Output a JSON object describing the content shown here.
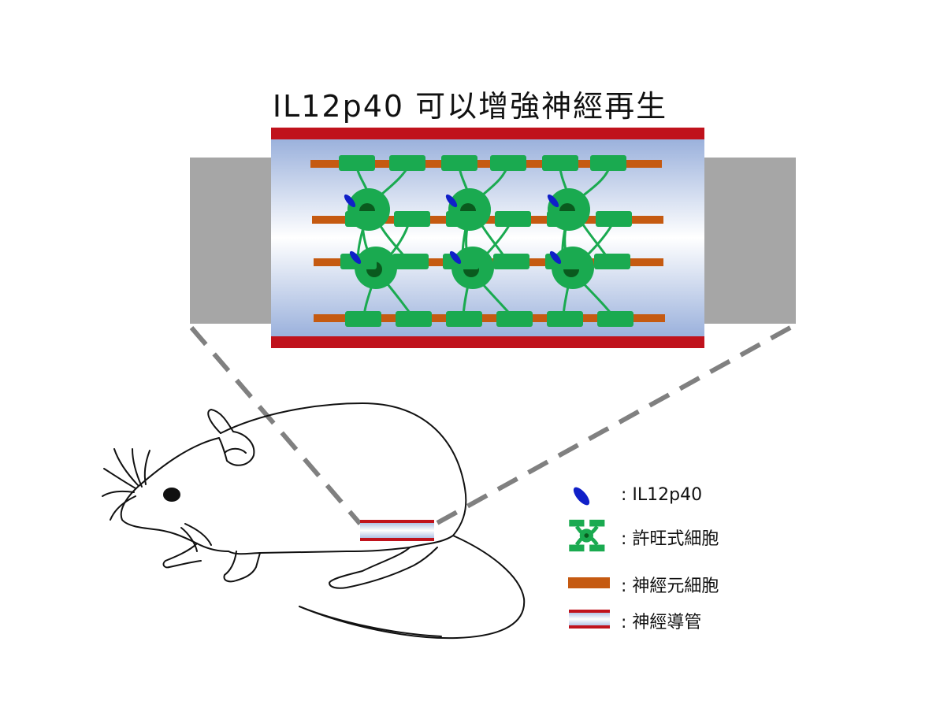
{
  "title": "IL12p40 可以增強神經再生",
  "colors": {
    "conduit_border": "#c0121c",
    "conduit_gradient_edge": "#8fa8d8",
    "conduit_gradient_center": "#ffffff",
    "stump": "#a6a6a6",
    "neuron": "#c55a11",
    "schwann_cell": "#1aaa50",
    "schwann_nucleus": "#0a5a1e",
    "il12p40": "#1020c8",
    "dashed_line": "#808080",
    "rat_outline": "#111111"
  },
  "legend": [
    {
      "icon": "il12p40-icon",
      "label": ": IL12p40"
    },
    {
      "icon": "schwann-cell-icon",
      "label": ": 許旺式細胞"
    },
    {
      "icon": "neuron-icon",
      "label": ": 神經元細胞"
    },
    {
      "icon": "nerve-conduit-icon",
      "label": ": 神經導管"
    }
  ]
}
